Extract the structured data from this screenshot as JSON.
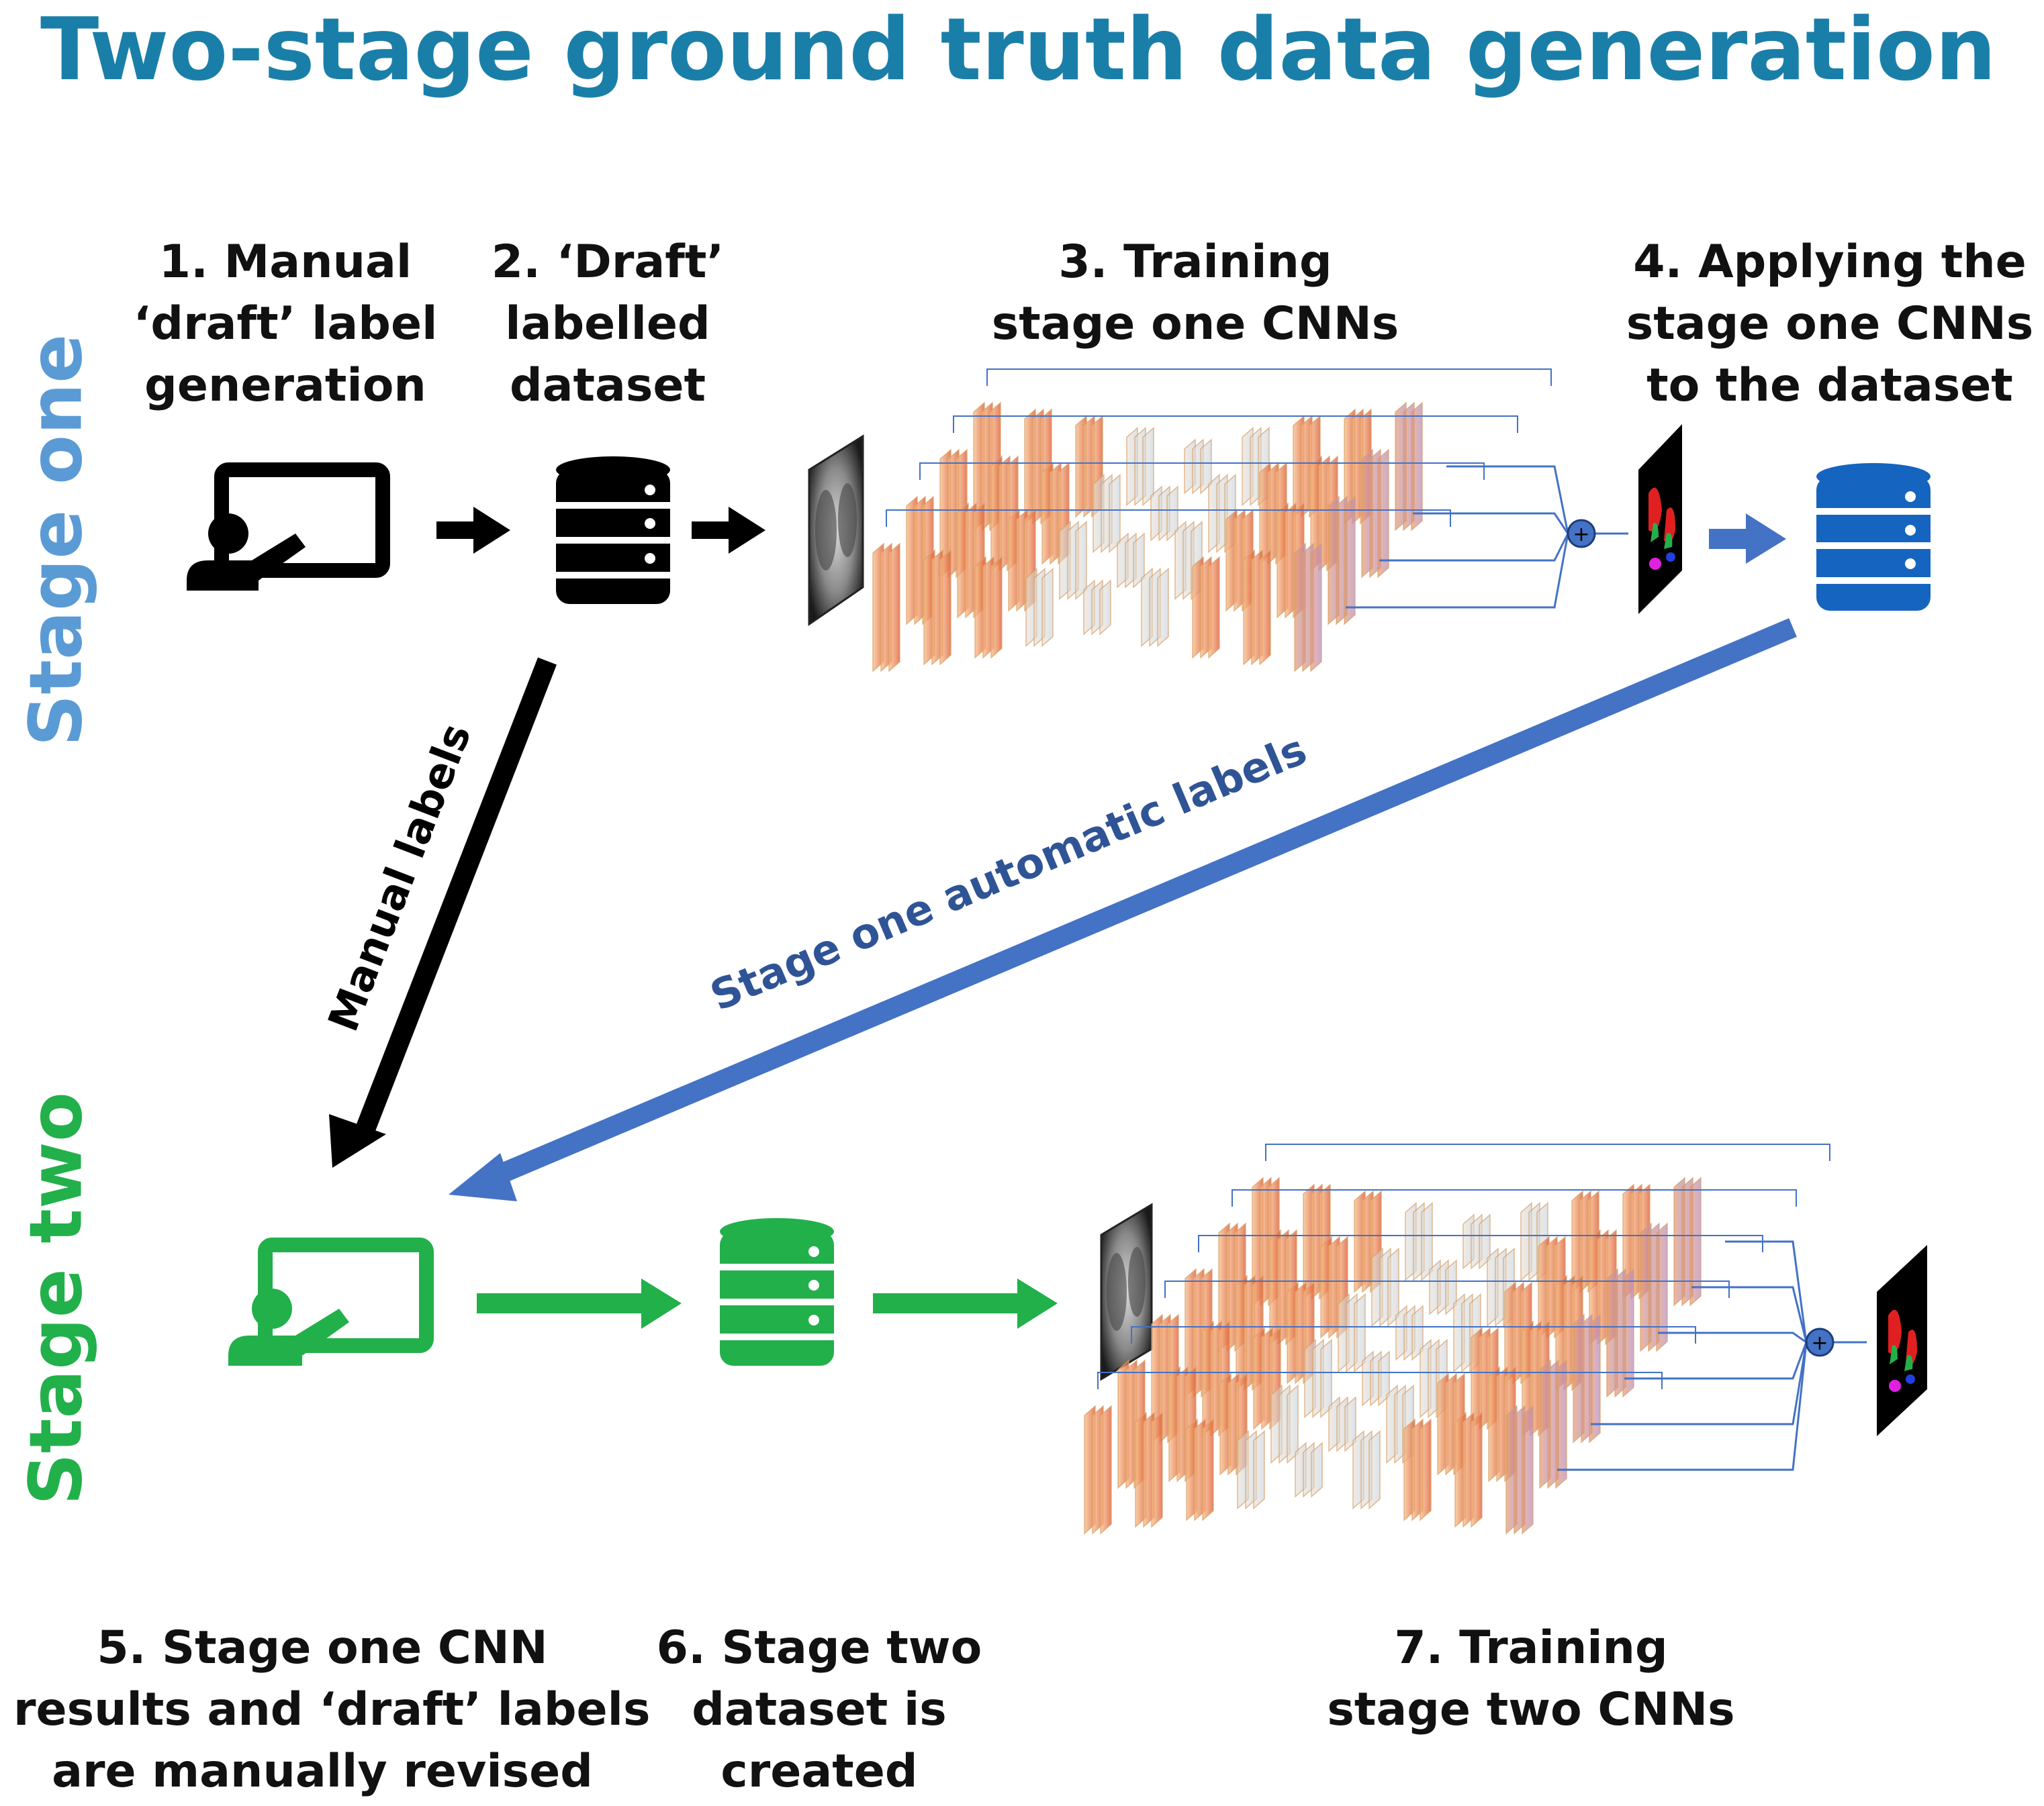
{
  "title": "Two-stage ground truth data generation",
  "stages": {
    "one": "Stage one",
    "two": "Stage two"
  },
  "steps": {
    "s1": [
      "1. Manual",
      "‘draft’ label",
      "generation"
    ],
    "s2": [
      "2. ‘Draft’",
      "labelled",
      "dataset"
    ],
    "s3": [
      "3. Training",
      "stage one CNNs"
    ],
    "s4": [
      "4. Applying the",
      "stage one CNNs",
      "to the dataset"
    ],
    "s5": [
      "5. Stage one CNN",
      "results and ‘draft’ labels",
      "are manually revised"
    ],
    "s6": [
      "6. Stage two",
      "dataset is",
      "created"
    ],
    "s7": [
      "7. Training",
      "stage two CNNs"
    ]
  },
  "arrow_labels": {
    "manual": "Manual labels",
    "automatic": "Stage one automatic labels"
  },
  "colors": {
    "title": "#1a7fa8",
    "stage_one": "#5b9bd5",
    "stage_two": "#22b04a",
    "black": "#000000",
    "blue_dataset": "#1565c0",
    "blue_arrow": "#4472c4",
    "auto_label": "#2f5496",
    "green": "#22b04a"
  },
  "icons": [
    "presenter-icon",
    "database-icon",
    "ct-scan-icon",
    "cnn-network-icon",
    "segmentation-icon",
    "sum-node-icon"
  ]
}
